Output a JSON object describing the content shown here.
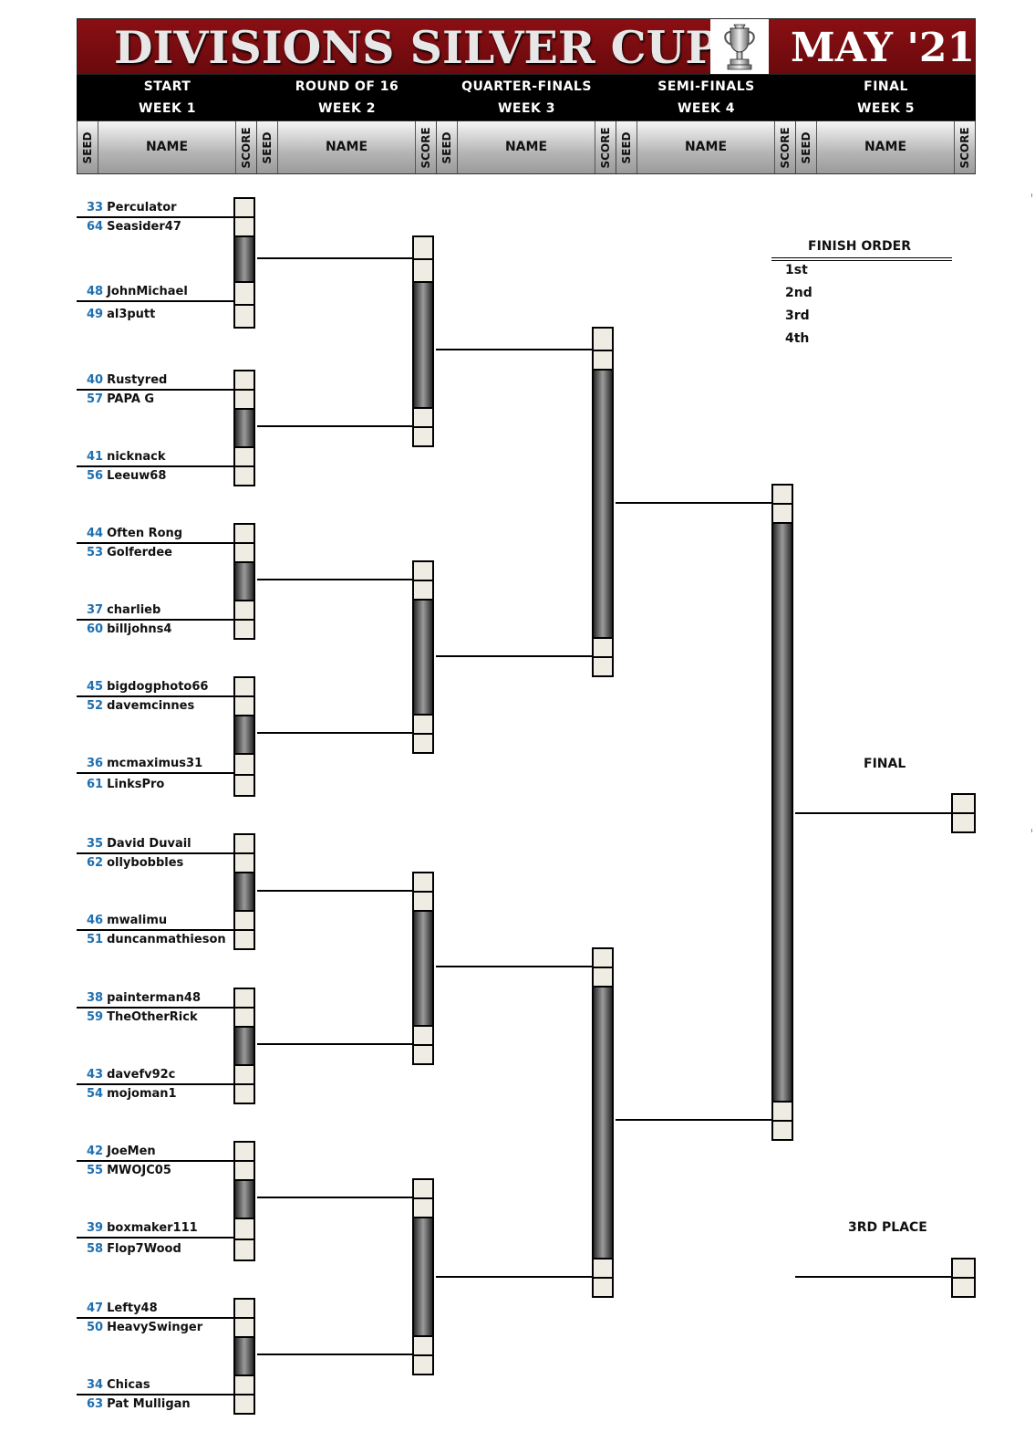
{
  "header": {
    "title": "DIVISIONS SILVER CUP",
    "month": "MAY '21",
    "trophy_icon": "trophy-icon",
    "brand_color": "#7a0c10"
  },
  "rounds": [
    {
      "name": "START",
      "week": "WEEK 1"
    },
    {
      "name": "ROUND OF 16",
      "week": "WEEK 2"
    },
    {
      "name": "QUARTER-FINALS",
      "week": "WEEK 3"
    },
    {
      "name": "SEMI-FINALS",
      "week": "WEEK 4"
    },
    {
      "name": "FINAL",
      "week": "WEEK 5"
    }
  ],
  "columns": {
    "seed": "SEED",
    "name": "NAME",
    "score": "SCORE"
  },
  "teams": [
    {
      "seed": "33",
      "name": "Perculator"
    },
    {
      "seed": "64",
      "name": "Seasider47"
    },
    {
      "seed": "48",
      "name": "JohnMichael"
    },
    {
      "seed": "49",
      "name": "al3putt"
    },
    {
      "seed": "40",
      "name": "Rustyred"
    },
    {
      "seed": "57",
      "name": "PAPA G"
    },
    {
      "seed": "41",
      "name": "nicknack"
    },
    {
      "seed": "56",
      "name": "Leeuw68"
    },
    {
      "seed": "44",
      "name": "Often Rong"
    },
    {
      "seed": "53",
      "name": "Golferdee"
    },
    {
      "seed": "37",
      "name": "charlieb"
    },
    {
      "seed": "60",
      "name": "billjohns4"
    },
    {
      "seed": "45",
      "name": "bigdogphoto66"
    },
    {
      "seed": "52",
      "name": "davemcinnes"
    },
    {
      "seed": "36",
      "name": "mcmaximus31"
    },
    {
      "seed": "61",
      "name": "LinksPro"
    },
    {
      "seed": "35",
      "name": "David Duvail"
    },
    {
      "seed": "62",
      "name": "ollybobbles"
    },
    {
      "seed": "46",
      "name": "mwalimu"
    },
    {
      "seed": "51",
      "name": "duncanmathieson"
    },
    {
      "seed": "38",
      "name": "painterman48"
    },
    {
      "seed": "59",
      "name": "TheOtherRick"
    },
    {
      "seed": "43",
      "name": "davefv92c"
    },
    {
      "seed": "54",
      "name": "mojoman1"
    },
    {
      "seed": "42",
      "name": "JoeMen"
    },
    {
      "seed": "55",
      "name": "MWOJC05"
    },
    {
      "seed": "39",
      "name": "boxmaker111"
    },
    {
      "seed": "58",
      "name": "Flop7Wood"
    },
    {
      "seed": "47",
      "name": "Lefty48"
    },
    {
      "seed": "50",
      "name": "HeavySwinger"
    },
    {
      "seed": "34",
      "name": "Chicas"
    },
    {
      "seed": "63",
      "name": "Pat Mulligan"
    }
  ],
  "finish_order": {
    "title": "FINISH ORDER",
    "places": [
      "1st",
      "2nd",
      "3rd",
      "4th"
    ]
  },
  "final_label": "FINAL",
  "third_place_label": "3RD PLACE"
}
